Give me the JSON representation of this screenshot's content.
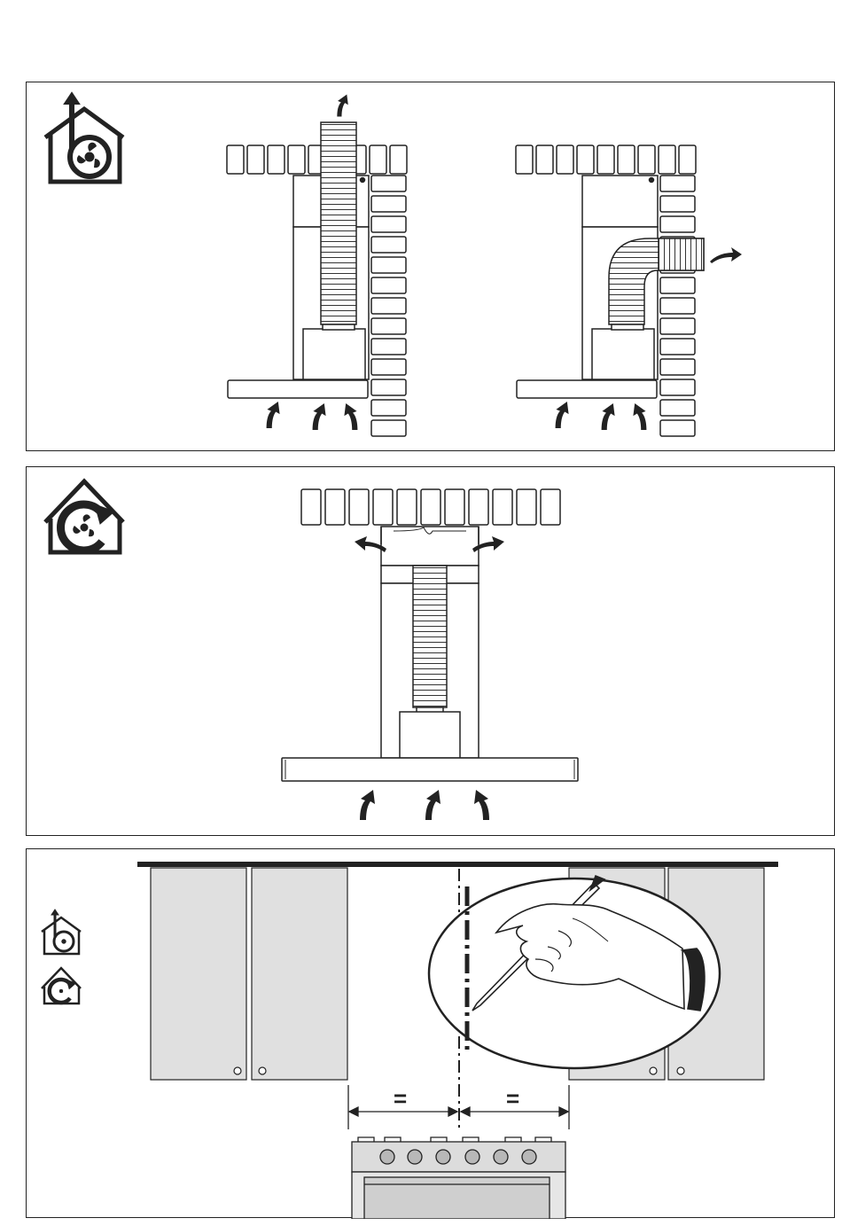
{
  "panels": [
    {
      "id": "ducted-extraction",
      "icon": "ducted-mode-icon"
    },
    {
      "id": "filtering-recirculation",
      "icon": "recirculation-mode-icon"
    },
    {
      "id": "centering-installation",
      "icons": [
        "ducted-mode-icon",
        "recirculation-mode-icon"
      ]
    }
  ],
  "measurement": {
    "left_symbol": "=",
    "right_symbol": "="
  },
  "colors": {
    "line": "#222222",
    "cabinet": "#e0e0e0",
    "hob": "#dcdcdc",
    "panel_border": "#222222"
  },
  "hob": {
    "burner_count": 6
  }
}
